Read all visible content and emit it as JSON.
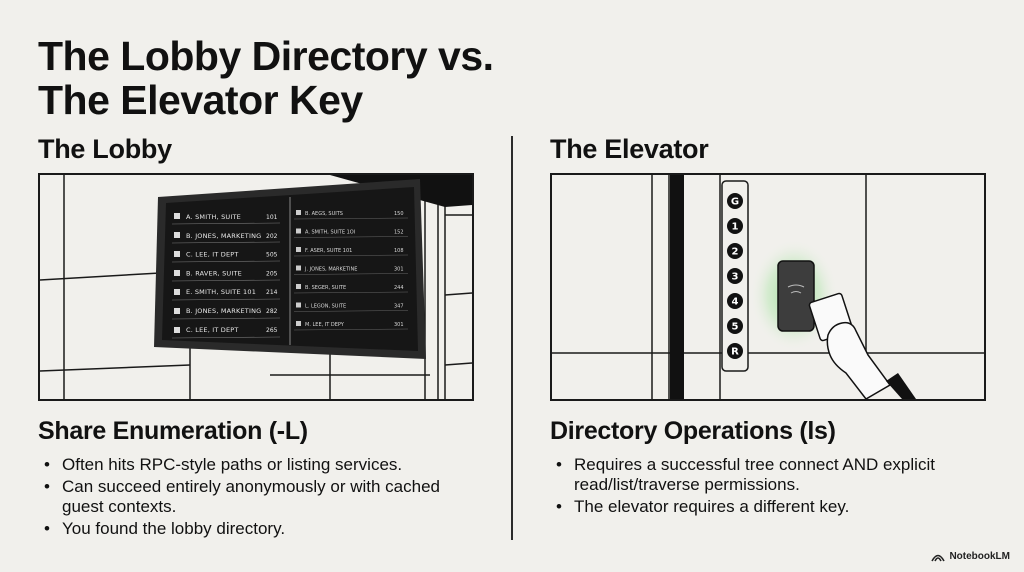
{
  "title": {
    "line1": "The Lobby Directory vs.",
    "line2": "The Elevator Key"
  },
  "left": {
    "heading": "The Lobby",
    "subheading": "Share Enumeration (-L)",
    "bullets": [
      "Often hits RPC-style paths or listing services.",
      "Can succeed entirely anonymously or with cached guest contexts.",
      "You found the lobby directory."
    ],
    "directory": {
      "left_rows": [
        {
          "name": "A. SMITH, SUITE",
          "num": "101"
        },
        {
          "name": "B. JONES, MARKETING",
          "num": "202"
        },
        {
          "name": "C. LEE, IT DEPT",
          "num": "505"
        },
        {
          "name": "B. RAVER, SUITE",
          "num": "205"
        },
        {
          "name": "E. SMITH, SUITE 101",
          "num": "214"
        },
        {
          "name": "B. JONES, MARKETING",
          "num": "282"
        },
        {
          "name": "C. LEE, IT DEPT",
          "num": "265"
        }
      ],
      "right_rows": [
        {
          "name": "B. AEGS, SUITS",
          "num": "150"
        },
        {
          "name": "A. SMITH, SUITE 1OI",
          "num": "152"
        },
        {
          "name": "F. ASER, SUITE 101",
          "num": "108"
        },
        {
          "name": "J. JONES, MARKETINE",
          "num": "301"
        },
        {
          "name": "B. SEGER, SUITE",
          "num": "244"
        },
        {
          "name": "L. LEGON, SUITE",
          "num": "347"
        },
        {
          "name": "M. LEE, IT DEPY",
          "num": "301"
        }
      ]
    }
  },
  "right": {
    "heading": "The Elevator",
    "subheading": "Directory Operations (ls)",
    "bullets": [
      "Requires a successful tree connect AND explicit read/list/traverse permissions.",
      "The elevator requires a different key."
    ],
    "floor_buttons": [
      "G",
      "1",
      "2",
      "3",
      "4",
      "5",
      "R"
    ]
  },
  "brand": {
    "name": "NotebookLM",
    "icon": "notebooklm-logo-icon"
  },
  "colors": {
    "background": "#f1f0ec",
    "ink": "#111111",
    "panel": "#1c1c1c",
    "card_glow": "#7fd67a"
  }
}
